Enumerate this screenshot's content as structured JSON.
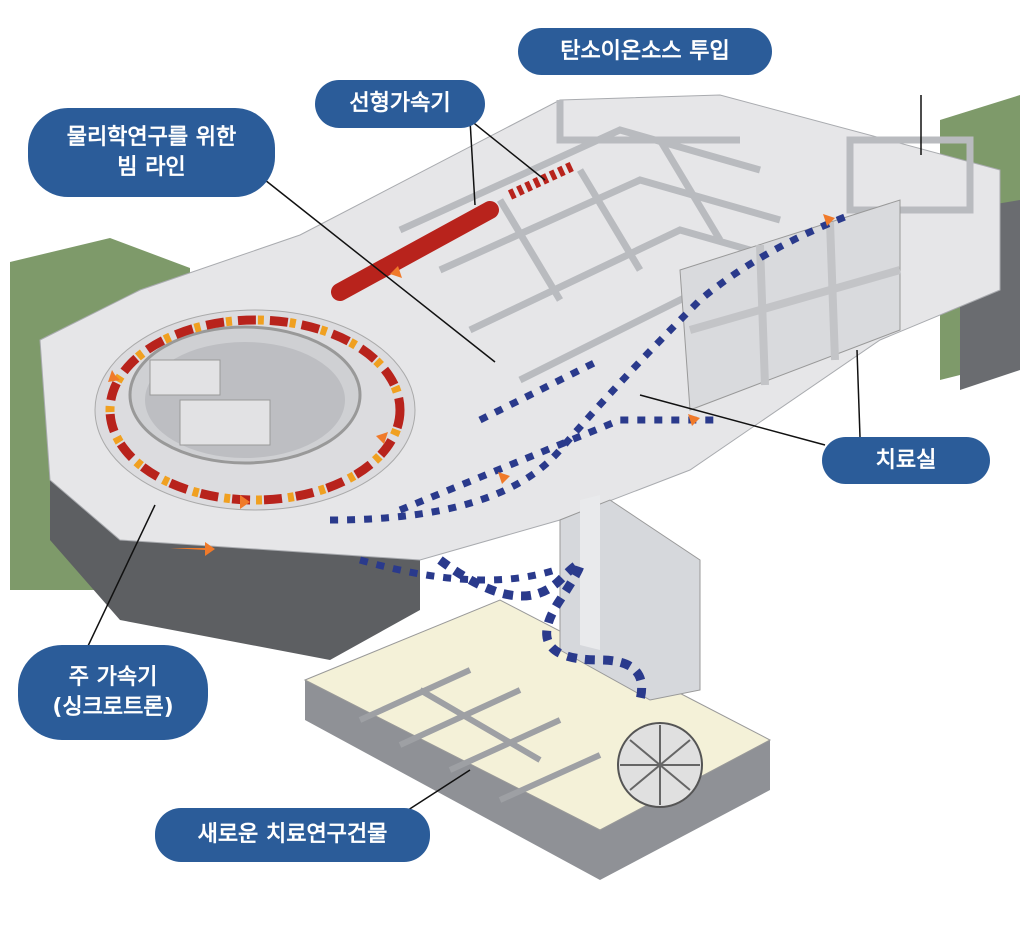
{
  "labels": {
    "carbon_ion_source": "탄소이온소스 투입",
    "linear_accelerator": "선형가속기",
    "physics_beamline_line1": "물리학연구를 위한",
    "physics_beamline_line2": "빔 라인",
    "treatment_rooms": "치료실",
    "main_accelerator_line1": "주 가속기",
    "main_accelerator_line2": "(싱크로트론)",
    "new_research_building": "새로운 치료연구건물"
  },
  "colors": {
    "label_bg": "#2b5c99",
    "floor": "#e6e6e8",
    "wall": "#c9cacd",
    "grass": "#7e9a6a",
    "magnet_red": "#b8231c",
    "magnet_blue": "#2a3a8c",
    "arrow": "#f07a2a",
    "new_floor": "#f4f1d8"
  }
}
